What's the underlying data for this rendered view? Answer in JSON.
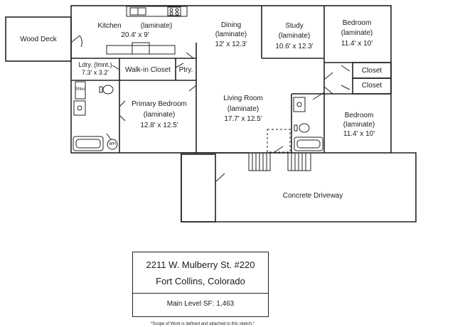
{
  "rooms": {
    "wood_deck": {
      "name": "Wood Deck"
    },
    "kitchen": {
      "name": "Kitchen",
      "floor": "(laminate)",
      "dims": "20.4' x 9'"
    },
    "dining": {
      "name": "Dining",
      "floor": "(laminate)",
      "dims": "12' x 12.3'"
    },
    "study": {
      "name": "Study",
      "floor": "(laminate)",
      "dims": "10.6' x 12.3'"
    },
    "bedroom_top": {
      "name": "Bedroom",
      "floor": "(laminate)",
      "dims": "11.4' x 10'"
    },
    "laundry": {
      "name": "Ldry. (lmnt.)",
      "dims": "7.3' x 3.2'"
    },
    "walkin_closet": {
      "name": "Walk-in Closet"
    },
    "pantry": {
      "name": "Ptry."
    },
    "primary_bedroom": {
      "name": "Primary Bedroom",
      "floor": "(laminate)",
      "dims": "12.8' x 12.5'"
    },
    "living_room": {
      "name": "Living Room",
      "floor": "(laminate)",
      "dims": "17.7' x 12.5'"
    },
    "closet_1": {
      "name": "Closet"
    },
    "closet_2": {
      "name": "Closet"
    },
    "bedroom_right": {
      "name": "Bedroom",
      "floor": "(laminate)",
      "dims": "11.4' x 10'"
    },
    "driveway": {
      "name": "Concrete Driveway"
    }
  },
  "fixtures": {
    "shelves_label": "Shlvs",
    "water_heater": "WH"
  },
  "address": {
    "street": "2211 W. Mulberry St. #220",
    "city": "Fort Collins, Colorado",
    "main_level_sf": "Main Level SF: 1,463"
  },
  "footnote": "*Scope of Work is defined and attached to this sketch.*"
}
